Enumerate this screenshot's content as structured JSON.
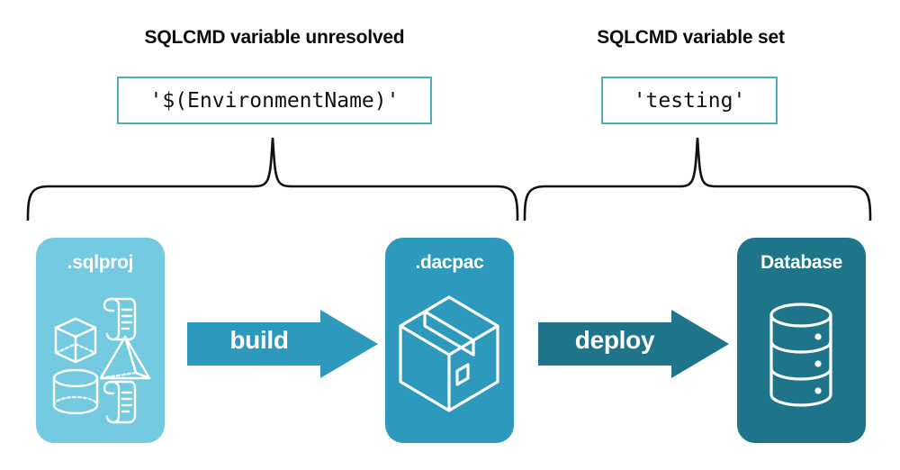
{
  "groups": [
    {
      "title": "SQLCMD variable unresolved",
      "code": "'$(EnvironmentName)'"
    },
    {
      "title": "SQLCMD variable set",
      "code": "'testing'"
    }
  ],
  "stages": [
    {
      "label": ".sqlproj",
      "color": "#74CAE0",
      "icons": [
        "cube-icon",
        "scroll-icon",
        "pyramid-icon",
        "cylinder-icon",
        "scroll-icon"
      ]
    },
    {
      "label": ".dacpac",
      "color": "#2D99BC",
      "icons": [
        "package-box-icon"
      ]
    },
    {
      "label": "Database",
      "color": "#1E7488",
      "icons": [
        "database-cylinder-icon"
      ]
    }
  ],
  "arrows": [
    {
      "label": "build",
      "color": "#2D99BC"
    },
    {
      "label": "deploy",
      "color": "#1E7488"
    }
  ],
  "colors": {
    "background": "#ffffff",
    "text": "#0b0b0b",
    "code_border": "#4FADC4",
    "brace": "#111111",
    "light_teal": "#74CAE0",
    "mid_teal": "#2D99BC",
    "dark_teal": "#1E7488"
  }
}
